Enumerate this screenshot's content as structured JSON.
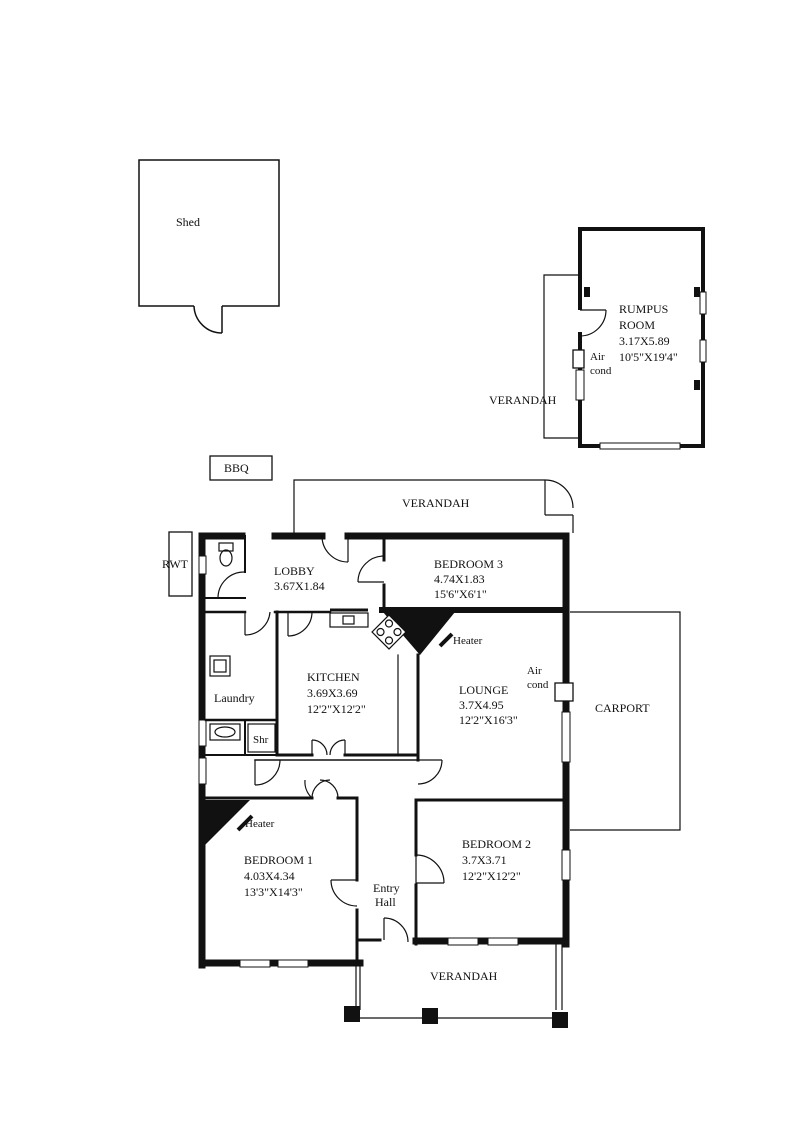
{
  "labels": {
    "shed": "Shed",
    "rumpus_title_1": "RUMPUS",
    "rumpus_title_2": "ROOM",
    "rumpus_dim_m": "3.17X5.89",
    "rumpus_dim_ft": "10'5\"X19'4\"",
    "air_cond_1": "Air",
    "air_cond_2": "cond",
    "verandah": "VERANDAH",
    "bbq": "BBQ",
    "rwt": "RWT",
    "lobby": "LOBBY",
    "lobby_dim": "3.67X1.84",
    "bedroom3": "BEDROOM 3",
    "bedroom3_dim_m": "4.74X1.83",
    "bedroom3_dim_ft": "15'6\"X6'1\"",
    "heater": "Heater",
    "kitchen": "KITCHEN",
    "kitchen_dim_m": "3.69X3.69",
    "kitchen_dim_ft": "12'2\"X12'2\"",
    "lounge": "LOUNGE",
    "lounge_dim_m": "3.7X4.95",
    "lounge_dim_ft": "12'2\"X16'3\"",
    "carport": "CARPORT",
    "laundry": "Laundry",
    "shr": "Shr",
    "bedroom1": "BEDROOM 1",
    "bedroom1_dim_m": "4.03X4.34",
    "bedroom1_dim_ft": "13'3\"X14'3\"",
    "bedroom2": "BEDROOM 2",
    "bedroom2_dim_m": "3.7X3.71",
    "bedroom2_dim_ft": "12'2\"X12'2\"",
    "entry_1": "Entry",
    "entry_2": "Hall"
  }
}
